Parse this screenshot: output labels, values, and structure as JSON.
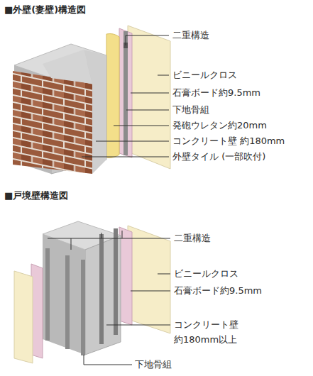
{
  "diagram": {
    "labels": [
      "■外壁(妻壁)構造図",
      "二重構造",
      "ビニールクロス",
      "石膏ボード約9.5mm",
      "下地骨組",
      "発砲ウレタン約20mm",
      "コンクリート壁 約180mm",
      "外壁タイル (一部吹付)",
      "■戸境壁構造図",
      "二重構造",
      "ビニールクロス",
      "石膏ボード約9.5mm",
      "コンクリート壁 約180mm以上",
      "下地骨組"
    ]
  }
}
